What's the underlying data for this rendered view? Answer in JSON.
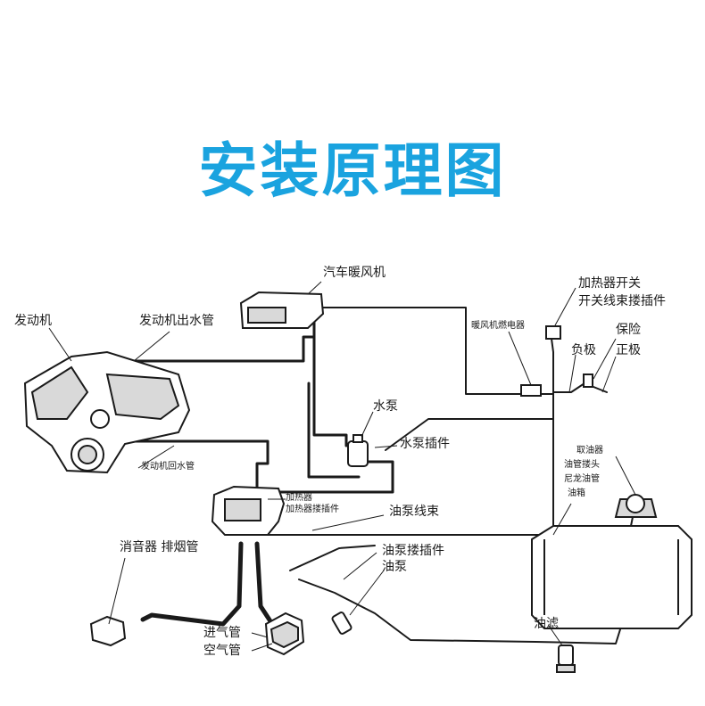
{
  "title": "安装原理图",
  "colors": {
    "title": "#1aa3df",
    "line": "#1a1a1a",
    "part_fill": "#ffffff",
    "part_shade": "#d9d9d9"
  },
  "labels": {
    "car_heater": "汽车暖风机",
    "engine": "发动机",
    "engine_water_outlet": "发动机出水管",
    "heater_switch": "加热器开关",
    "switch_harness_connector": "开关线束搂插件",
    "fan_relay": "暖风机燃电器",
    "fuse": "保险",
    "negative": "负极",
    "positive": "正极",
    "water_pump": "水泵",
    "water_pump_connector": "水泵插件",
    "engine_water_return": "发动机回水管",
    "heater": "加热器",
    "heater_connector": "加热器搂插件",
    "fuel_pump_harness": "油泵线束",
    "fuel_pickup": "取油器",
    "fuel_pipe_connector": "油管搂头",
    "nylon_fuel_pipe": "尼龙油管",
    "fuel_tank": "油箱",
    "muffler_exhaust": "消音器 排烟管",
    "fuel_pump_connector": "油泵搂插件",
    "fuel_pump": "油泵",
    "fuel_filter": "油滤",
    "intake_pipe": "进气管",
    "air_pipe": "空气管"
  }
}
